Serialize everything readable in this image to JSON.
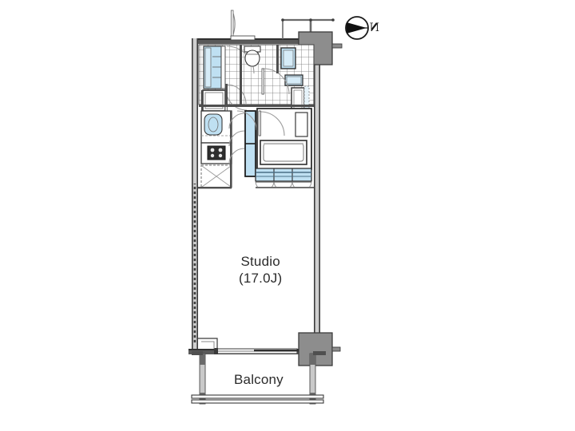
{
  "document": {
    "type": "floor-plan",
    "title": "Studio Apartment Floor Plan",
    "background_color": "#ffffff"
  },
  "compass": {
    "name": "north-arrow",
    "letter": "N",
    "direction": "right",
    "circle_color": "#1a1a1a",
    "arrow_color": "#111111"
  },
  "labels": {
    "studio_name": "Studio",
    "studio_area": "(17.0J)",
    "balcony": "Balcony"
  },
  "colors": {
    "wall_dark": "#4f4f4f",
    "wall_fill": "#9a9a9a",
    "wall_light": "#c9c9c9",
    "fixture_line": "#3a3a3a",
    "fixture_blue": "#bfe0f2",
    "fixture_blue_dark": "#a7d2ea",
    "shaft_gray": "#888888",
    "text": "#2b2b2b",
    "thin_line": "#777777"
  },
  "rooms": [
    {
      "name": "entrance",
      "label": ""
    },
    {
      "name": "studio-living",
      "label": "Studio (17.0J)"
    },
    {
      "name": "bathroom",
      "label": ""
    },
    {
      "name": "kitchen",
      "label": ""
    },
    {
      "name": "balcony",
      "label": "Balcony"
    }
  ],
  "fixtures": [
    {
      "name": "entrance-door",
      "type": "swing-door"
    },
    {
      "name": "shoe-cabinet",
      "type": "cabinet"
    },
    {
      "name": "washing-machine-space",
      "type": "appliance-slot"
    },
    {
      "name": "kitchen-sink",
      "type": "sink"
    },
    {
      "name": "cooktop",
      "type": "stove"
    },
    {
      "name": "refrigerator-space",
      "type": "appliance-slot"
    },
    {
      "name": "toilet",
      "type": "toilet"
    },
    {
      "name": "wash-basin",
      "type": "basin"
    },
    {
      "name": "bathtub",
      "type": "bathtub"
    },
    {
      "name": "storage-closet",
      "type": "closet"
    },
    {
      "name": "wall-cabinets",
      "type": "upper-cabinets"
    },
    {
      "name": "meter-box-upper",
      "type": "pipe-shaft"
    },
    {
      "name": "pipe-shaft-lower",
      "type": "pipe-shaft"
    },
    {
      "name": "balcony-railing",
      "type": "railing"
    },
    {
      "name": "balcony-partition",
      "type": "partition"
    }
  ]
}
